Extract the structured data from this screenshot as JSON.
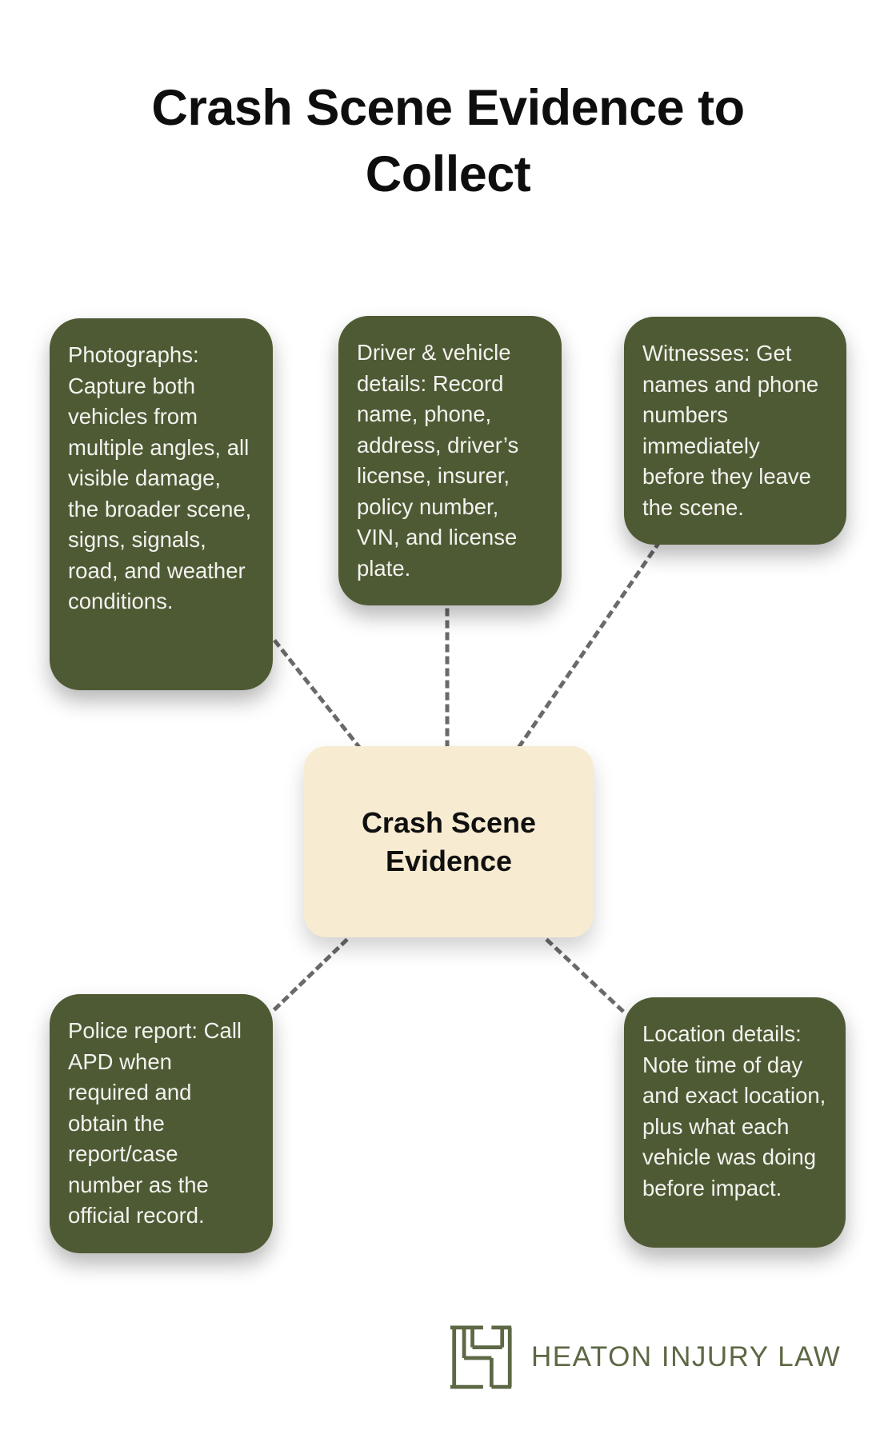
{
  "title": {
    "text": "Crash Scene Evidence to Collect"
  },
  "center": {
    "label": "Crash Scene Evidence"
  },
  "nodes": [
    {
      "id": "photographs",
      "text": "Photographs: Capture both vehicles from multiple angles, all visible damage, the broader scene, signs, signals, road, and weather conditions."
    },
    {
      "id": "driver-vehicle-details",
      "text": "Driver & vehicle details: Record name, phone, address, driver’s license, insurer, policy number, VIN, and license plate."
    },
    {
      "id": "witnesses",
      "text": "Witnesses: Get names and phone numbers immediately before they leave the scene."
    },
    {
      "id": "police-report",
      "text": "Police report: Call APD when required and obtain the report/case number as the official record."
    },
    {
      "id": "location-details",
      "text": "Location details: Note time of day and exact location, plus what each vehicle was doing before impact."
    }
  ],
  "footer": {
    "brand": "HEATON INJURY LAW",
    "monogram": "H"
  },
  "colors": {
    "node_green": "#4e5a34",
    "center_cream": "#f7ebd1",
    "dash_gray": "#6a6a6a",
    "brand_green": "#5d6845",
    "node_text": "#f2f2ee"
  }
}
